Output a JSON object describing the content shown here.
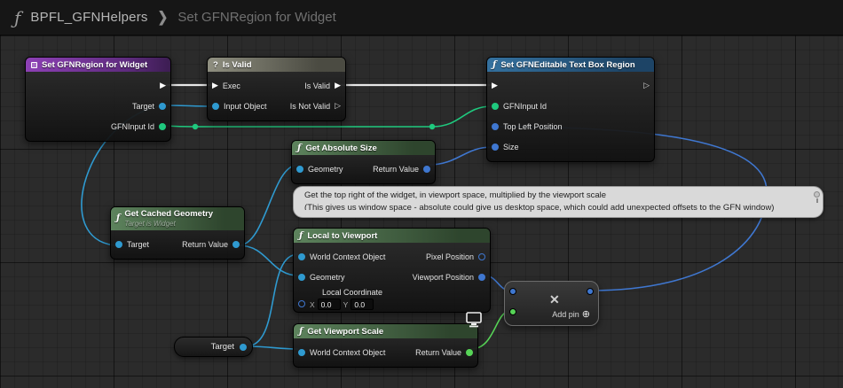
{
  "header": {
    "function_glyph": "ƒ",
    "breadcrumb": "BPFL_GFNHelpers",
    "separator": "❯",
    "title": "Set GFNRegion for Widget"
  },
  "nodes": {
    "set_region": {
      "title": "Set GFNRegion for Widget",
      "out_target": "Target",
      "out_id": "GFNInput Id"
    },
    "is_valid": {
      "icon": "?",
      "title": "Is Valid",
      "exec_in": "Exec",
      "in_object": "Input Object",
      "out_valid": "Is Valid",
      "out_not_valid": "Is Not Valid"
    },
    "set_text_box": {
      "icon": "ƒ",
      "title": "Set GFNEditable Text Box Region",
      "in_id": "GFNInput Id",
      "in_pos": "Top Left Position",
      "in_size": "Size"
    },
    "get_absolute_size": {
      "icon": "ƒ",
      "title": "Get Absolute Size",
      "in_geometry": "Geometry",
      "out_return": "Return Value"
    },
    "get_cached_geometry": {
      "icon": "ƒ",
      "title": "Get Cached Geometry",
      "subtitle": "Target is Widget",
      "in_target": "Target",
      "out_return": "Return Value"
    },
    "local_to_viewport": {
      "icon": "ƒ",
      "title": "Local to Viewport",
      "in_wco": "World Context Object",
      "in_geometry": "Geometry",
      "in_coord": "Local Coordinate",
      "x_label": "X",
      "x_value": "0.0",
      "y_label": "Y",
      "y_value": "0.0",
      "out_pixel": "Pixel Position",
      "out_viewport": "Viewport Position"
    },
    "multiply": {
      "glyph": "✕",
      "add_pin_label": "Add pin",
      "add_pin_glyph": "⊕"
    },
    "get_viewport_scale": {
      "icon": "ƒ",
      "title": "Get Viewport Scale",
      "in_wco": "World Context Object",
      "out_return": "Return Value"
    },
    "target_getter": {
      "label": "Target"
    }
  },
  "comment": {
    "line1": "Get the top right of the widget, in viewport space, multiplied by the viewport scale",
    "line2": "(This gives us window space - absolute could give us desktop space, which could add unexpected offsets to the GFN window)"
  },
  "colors": {
    "wire_exec": "#e8e8e8",
    "wire_obj": "#2f9ad0",
    "wire_struct": "#3f77d0",
    "wire_gfn": "#1fc97e",
    "wire_float": "#57d457",
    "entry_header": "#8d40b5",
    "function_header": "#34719f",
    "pure_header": "#5d835d",
    "macro_header": "#8f8f80"
  }
}
